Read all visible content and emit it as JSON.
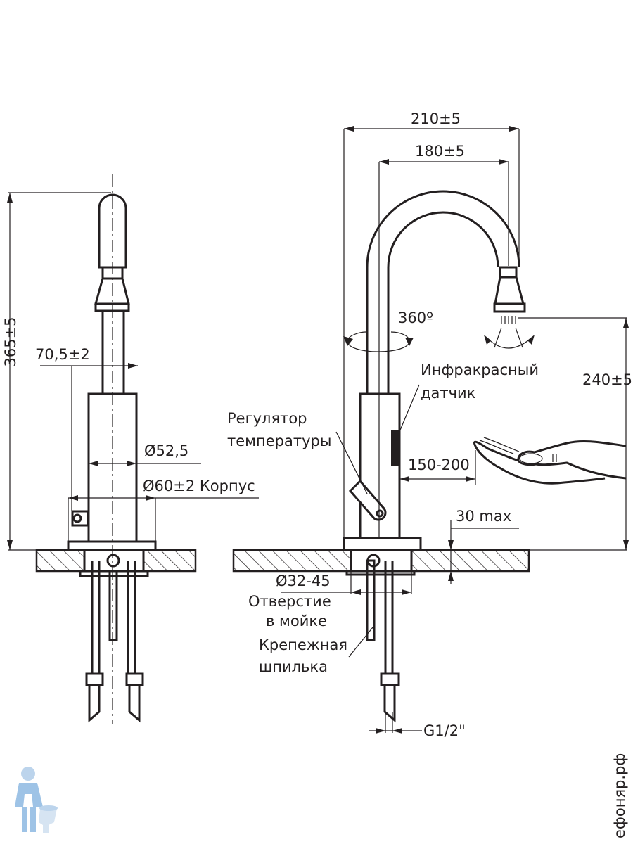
{
  "labels": {
    "height_total": "365±5",
    "sensor_offset": "70,5±2",
    "diameter_body": "Ø52,5",
    "diameter_base": "Ø60±2 Корпус",
    "spout_reach_outer": "210±5",
    "spout_reach_inner": "180±5",
    "rotation": "360º",
    "sensor_line1": "Инфракрасный",
    "sensor_line2": "датчик",
    "regulator_line1": "Регулятор",
    "regulator_line2": "температуры",
    "outlet_height": "240±5",
    "detect_range": "150-200",
    "counter_thickness": "30 max",
    "hole_diameter": "Ø32-45",
    "hole_line1": "Отверстие",
    "hole_line2": "в мойке",
    "stud_line1": "Крепежная",
    "stud_line2": "шпилька",
    "thread": "G1/2\""
  },
  "watermark": "ефоняр.рф"
}
